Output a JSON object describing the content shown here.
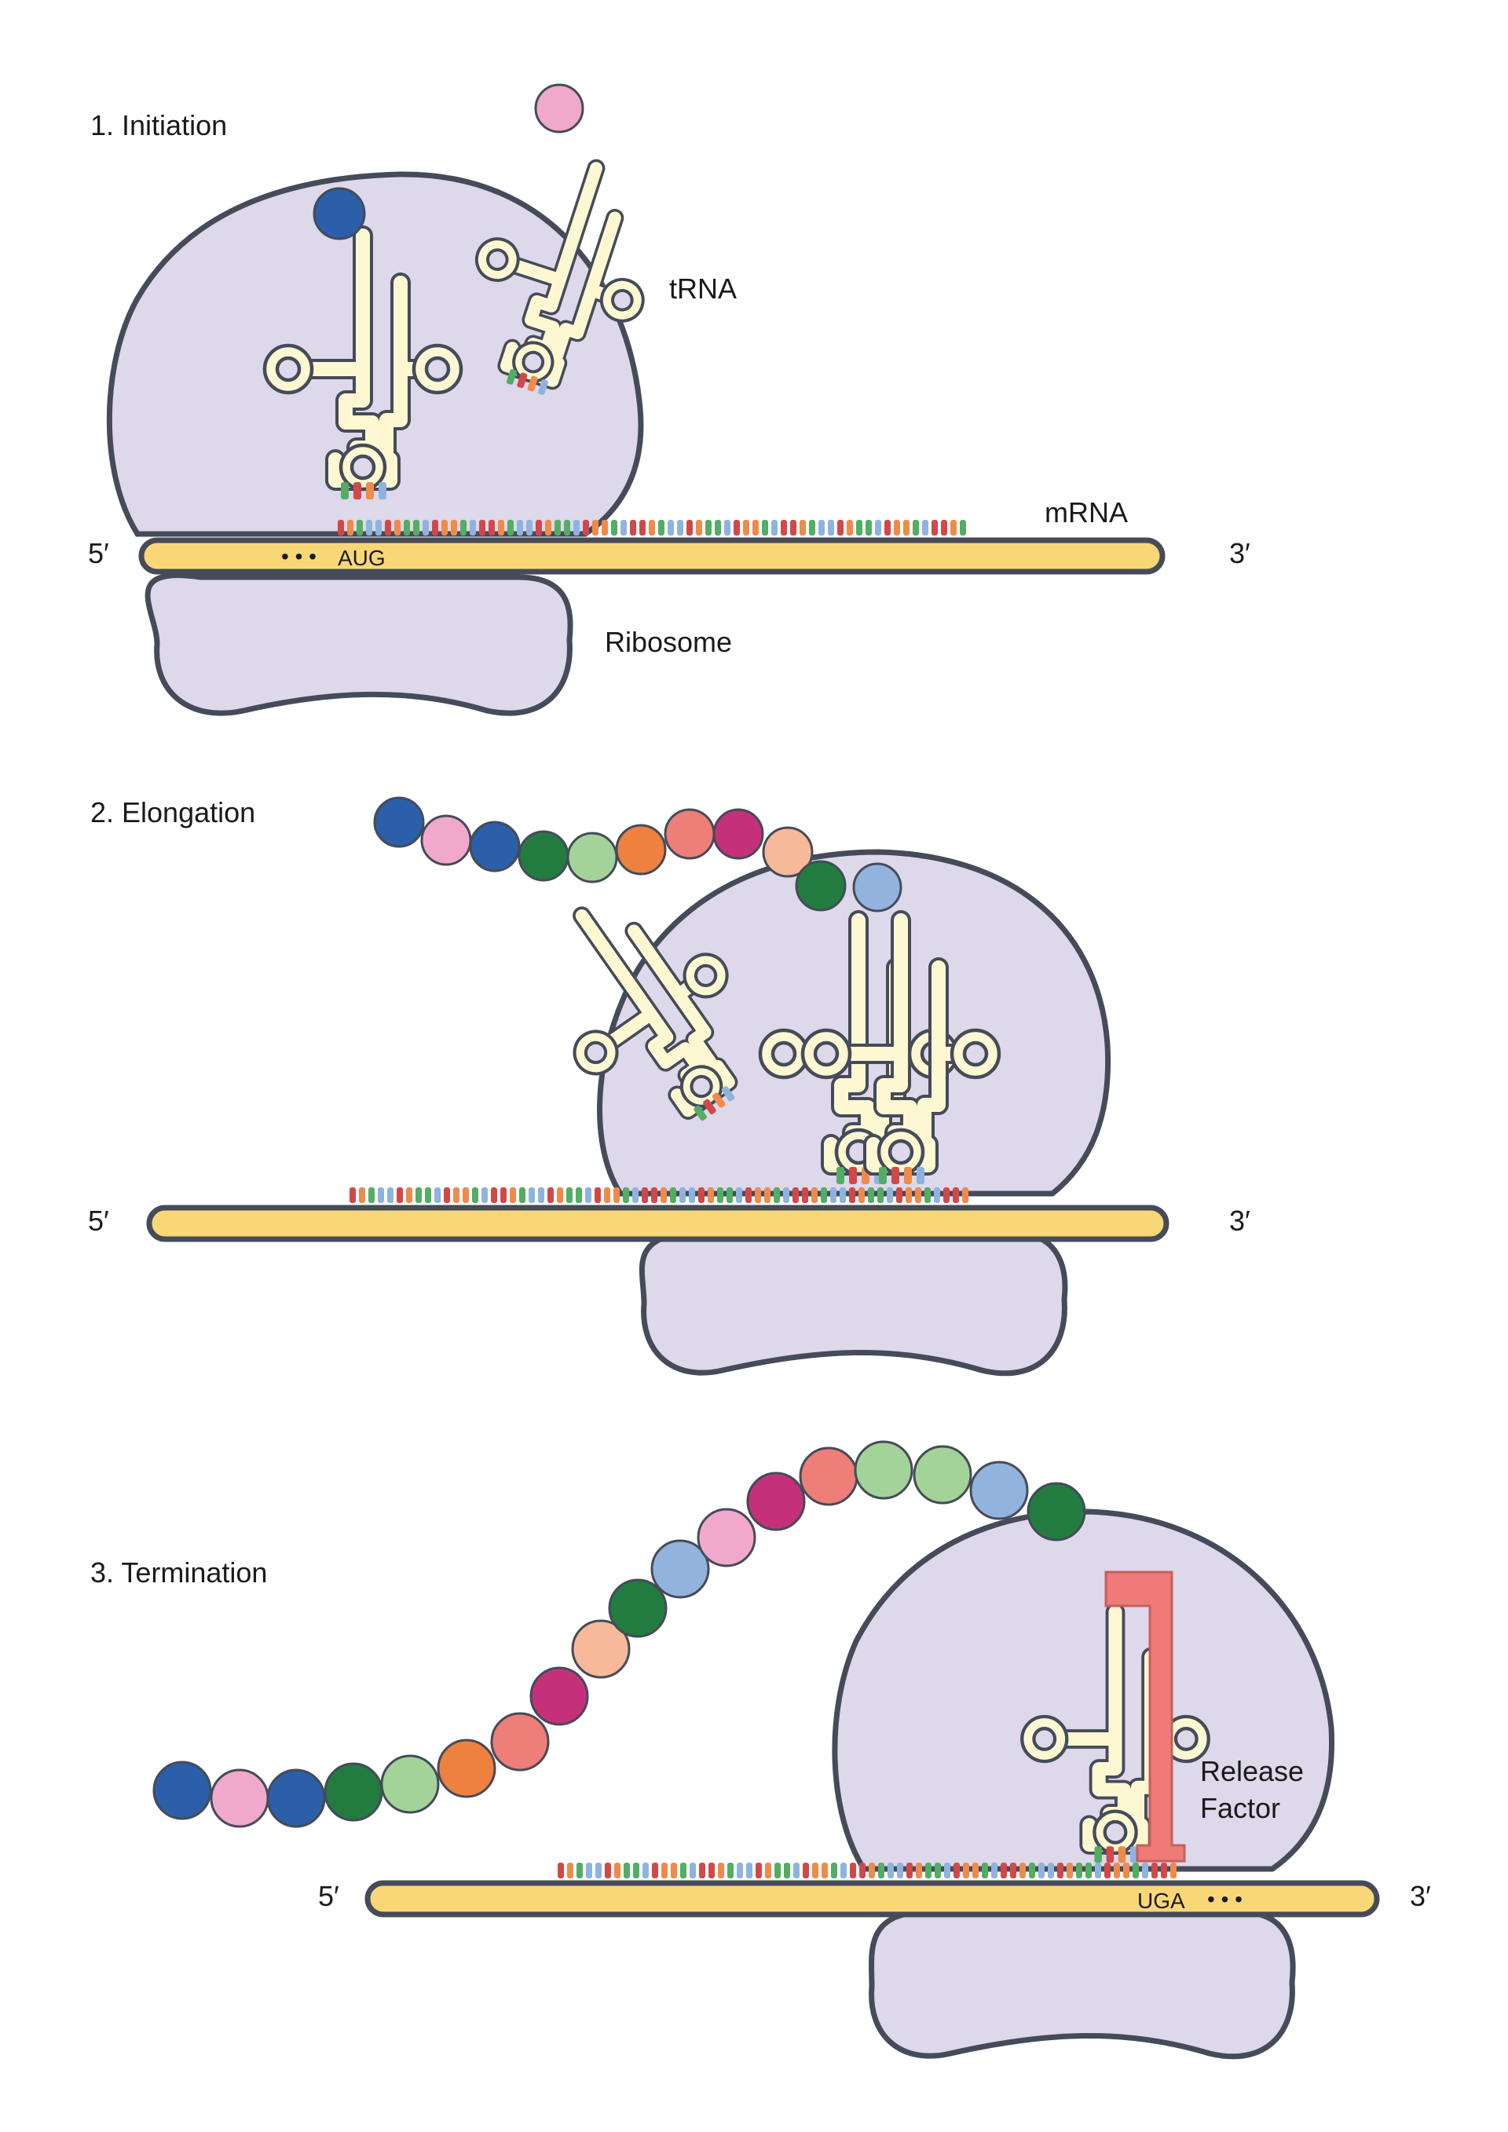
{
  "stages": {
    "initiation": {
      "title": "1. Initiation",
      "trna_label": "tRNA",
      "mrna_label": "mRNA",
      "ribosome_label": "Ribosome",
      "five_prime": "5′",
      "three_prime": "3′",
      "dots": "• • •",
      "codon": "AUG"
    },
    "elongation": {
      "title": "2. Elongation",
      "five_prime": "5′",
      "three_prime": "3′"
    },
    "termination": {
      "title": "3. Termination",
      "release_label_1": "Release",
      "release_label_2": "Factor",
      "five_prime": "5′",
      "three_prime": "3′",
      "dots": "• • •",
      "codon": "UGA"
    }
  },
  "colors": {
    "ribosome": "#ddd8ea",
    "outline": "#454b58",
    "mrna": "#f9d777",
    "trna": "#fdf7d2",
    "release_factor": "#ee7b78",
    "bases": [
      "#d24848",
      "#8fb3df",
      "#53ad64",
      "#ef8a4b"
    ],
    "palette": {
      "dark_blue": "#2b5fa9",
      "pink": "#f0a9cc",
      "dark_green": "#227c40",
      "light_green": "#a3d398",
      "orange": "#ee8040",
      "salmon": "#ed7e78",
      "magenta": "#c4317a",
      "peach": "#f7b99a",
      "light_blue": "#93b3df"
    }
  },
  "chains": {
    "initiation_p_site": [
      "dark_blue"
    ],
    "initiation_incoming": [
      "pink"
    ],
    "elongation_polypeptide": [
      "dark_blue",
      "pink",
      "dark_blue",
      "dark_green",
      "light_green",
      "orange",
      "salmon",
      "magenta",
      "peach",
      "dark_green"
    ],
    "elongation_a_site": [
      "light_blue"
    ],
    "termination_polypeptide": [
      "dark_blue",
      "pink",
      "dark_blue",
      "dark_green",
      "light_green",
      "orange",
      "salmon",
      "magenta",
      "peach",
      "dark_green",
      "light_blue",
      "pink",
      "magenta",
      "salmon",
      "light_green",
      "light_green",
      "light_blue",
      "dark_green"
    ]
  },
  "icons": [
    "ribosome-large-subunit",
    "ribosome-small-subunit",
    "trna-cloverleaf",
    "mrna-strand",
    "amino-acid-bead",
    "release-factor"
  ]
}
